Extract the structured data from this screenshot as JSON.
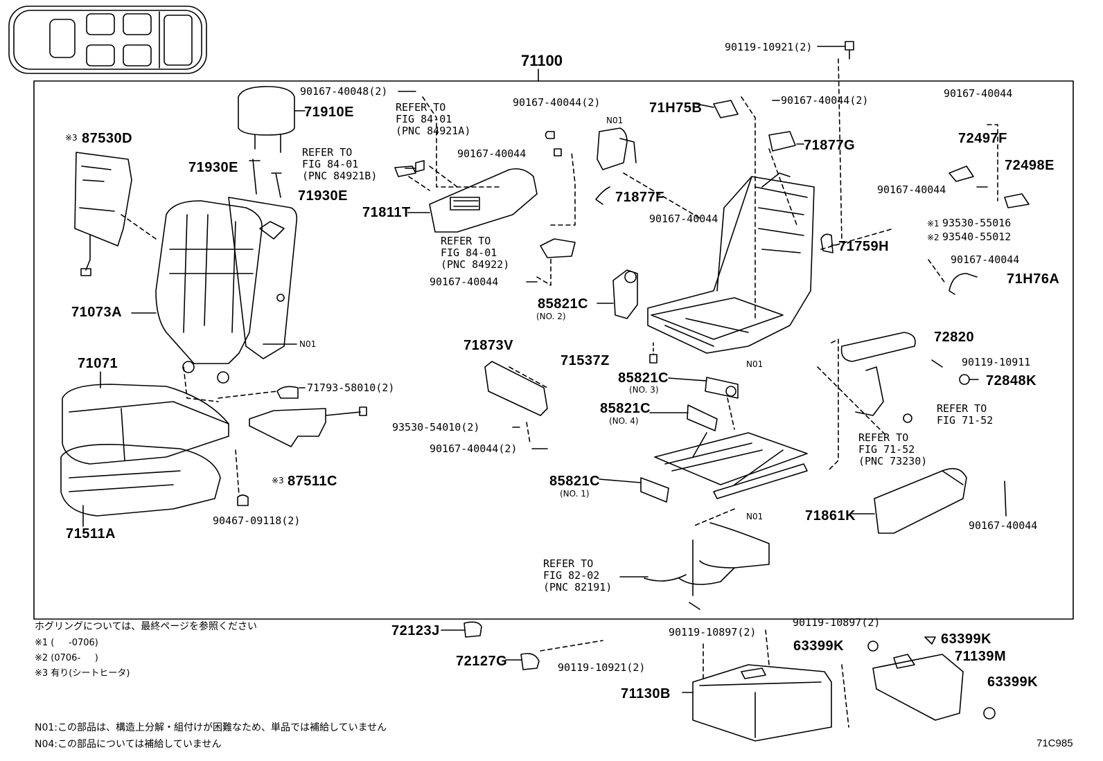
{
  "assembly": "71100",
  "figure_code": "71C985",
  "big_labels": {
    "p71910E": "71910E",
    "p87530D": "87530D",
    "p71930E_a": "71930E",
    "p71930E_b": "71930E",
    "p71811T": "71811T",
    "p71073A": "71073A",
    "p71071": "71071",
    "p71511A": "71511A",
    "p87511C": "87511C",
    "p71873V": "71873V",
    "p85821C_2": "85821C",
    "p71537Z": "71537Z",
    "p85821C_3": "85821C",
    "p85821C_4": "85821C",
    "p85821C_1": "85821C",
    "p71H75B": "71H75B",
    "p71877G": "71877G",
    "p71877F": "71877F",
    "p71759H": "71759H",
    "p72497F": "72497F",
    "p72498E": "72498E",
    "p71H76A": "71H76A",
    "p72820": "72820",
    "p72848K": "72848K",
    "p71861K": "71861K",
    "p72123J": "72123J",
    "p72127G": "72127G",
    "p71130B": "71130B",
    "p63399K_a": "63399K",
    "p63399K_b": "63399K",
    "p63399K_c": "63399K",
    "p71139M": "71139M"
  },
  "part_numbers": {
    "pn_top": "90119-10921(2)",
    "pn_40048": "90167-40048(2)",
    "pn_40044_2a": "90167-40044(2)",
    "pn_40044_a": "90167-40044",
    "pn_40044_2b": "90167-40044(2)",
    "pn_40044_right_top": "90167-40044",
    "pn_40044_b": "90167-40044",
    "pn_40044_c": "90167-40044",
    "pn_40044_d": "90167-40044",
    "pn_93530_55016": "93530-55016",
    "pn_93540_55012": "93540-55012",
    "pn_40044_e": "90167-40044",
    "pn_10911": "90119-10911",
    "pn_40044_f": "90167-40044",
    "pn_58010": "71793-58010(2)",
    "pn_54010": "93530-54010(2)",
    "pn_40044_2c": "90167-40044(2)",
    "pn_09118": "90467-09118(2)",
    "pn_10897_2a": "90119-10897(2)",
    "pn_10897_2b": "90119-10897(2)",
    "pn_10921_2b": "90119-10921(2)"
  },
  "small_labels": {
    "no2": "(NO. 2)",
    "no3": "(NO. 3)",
    "no4": "(NO. 4)",
    "no1": "(NO. 1)",
    "n01_a": "N01",
    "n01_b": "N01",
    "n01_c": "N01",
    "n01_d": "N01"
  },
  "marks": {
    "m3_a": "※3",
    "m3_b": "※3",
    "m1": "※1",
    "m2": "※2"
  },
  "refer_blocks": {
    "ref_84921A": "REFER TO\nFIG 84-01\n(PNC 84921A)",
    "ref_84921B": "REFER TO\nFIG 84-01\n(PNC 84921B)",
    "ref_84922": "REFER TO\nFIG 84-01\n(PNC 84922)",
    "ref_7152a": "REFER TO\nFIG 71-52",
    "ref_73230": "REFER TO\nFIG 71-52\n(PNC 73230)",
    "ref_82191": "REFER TO\nFIG 82-02\n(PNC 82191)"
  },
  "notes": {
    "line1": "ホグリングについては、最終ページを参照ください",
    "line2": "※1 (     -0706)",
    "line3": "※2 (0706-     )",
    "line4": "※3 有り(シートヒータ)",
    "line5": "N01:この部品は、構造上分解・組付けが困難なため、単品では補給していません",
    "line6": "N04:この部品については補給していません"
  }
}
